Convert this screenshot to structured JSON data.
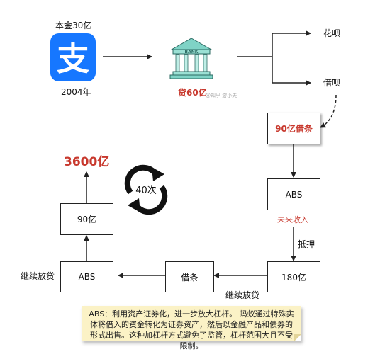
{
  "top": {
    "principal": "本金30亿",
    "year": "2004年",
    "loan": "贷60亿",
    "watermark": "@知乎 游小夫"
  },
  "logos": {
    "alipay_glyph": "支",
    "bank_text": "BANK"
  },
  "branches": {
    "huabei": "花呗",
    "jiebei": "借呗"
  },
  "flow": {
    "box_iou": "90亿借条",
    "box_abs_right": "ABS",
    "future_income": "未来收入",
    "pledge": "抵押",
    "box_180": "180亿",
    "continue_lending_bottom": "继续放贷",
    "box_iou_mid": "借条",
    "box_abs_left": "ABS",
    "continue_lending_left": "继续放贷",
    "box_90": "90亿",
    "result": "3600亿",
    "cycle_count": "40次"
  },
  "note": {
    "text": "ABS：利用资产证券化，进一步放大杠杆。 蚂蚁通过特殊实体将借入的资金转化为证券资产，然后以金融产品和债券的形式出售。这种加杠杆方式避免了监管，杠杆范围大且不受限制。"
  },
  "colors": {
    "accent_red": "#c8392e",
    "alipay_blue": "#1677ff",
    "bank_teal": "#7fd3c6",
    "note_yellow": "#fbf2c6"
  }
}
